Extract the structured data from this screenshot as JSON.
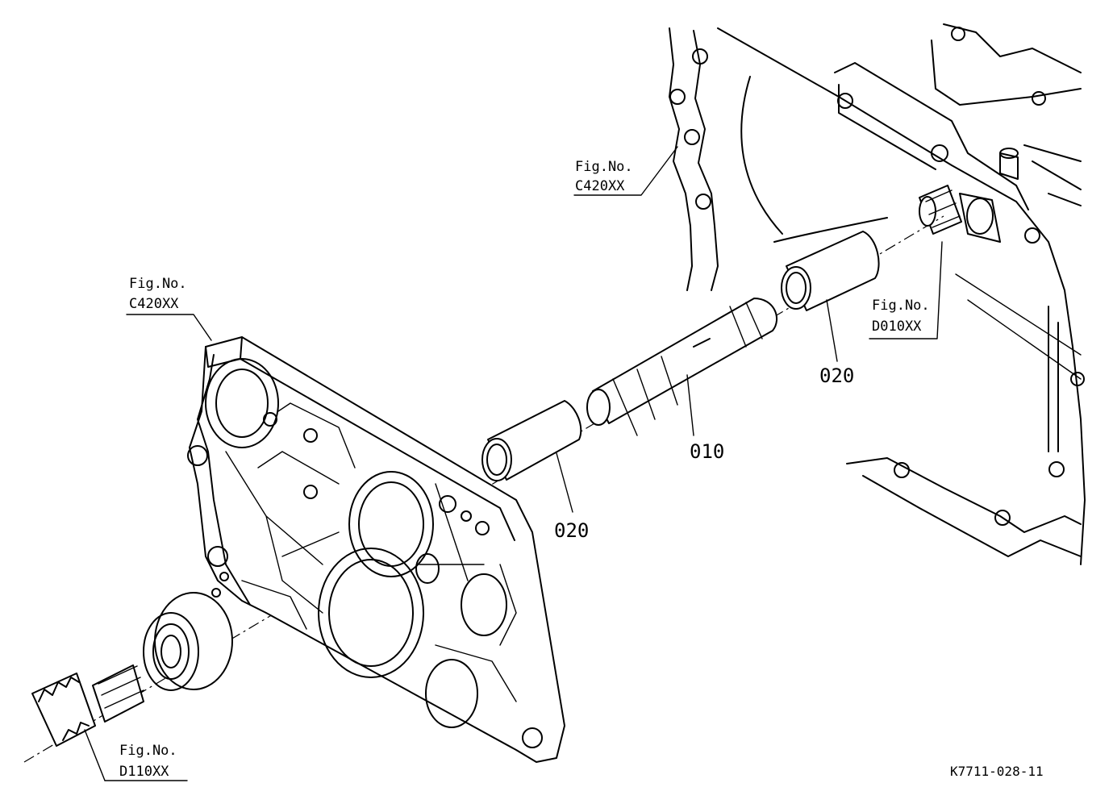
{
  "labels": {
    "fig_top_line1": "Fig.No.",
    "fig_top_line2": "C420XX",
    "fig_left_line1": "Fig.No.",
    "fig_left_line2": "C420XX",
    "fig_right_line1": "Fig.No.",
    "fig_right_line2": "D010XX",
    "fig_bottom_line1": "Fig.No.",
    "fig_bottom_line2": "D110XX",
    "part_shaft": "010",
    "part_bushing_left": "020",
    "part_bushing_right": "020",
    "drawing_ref": "K7711-028-11"
  }
}
